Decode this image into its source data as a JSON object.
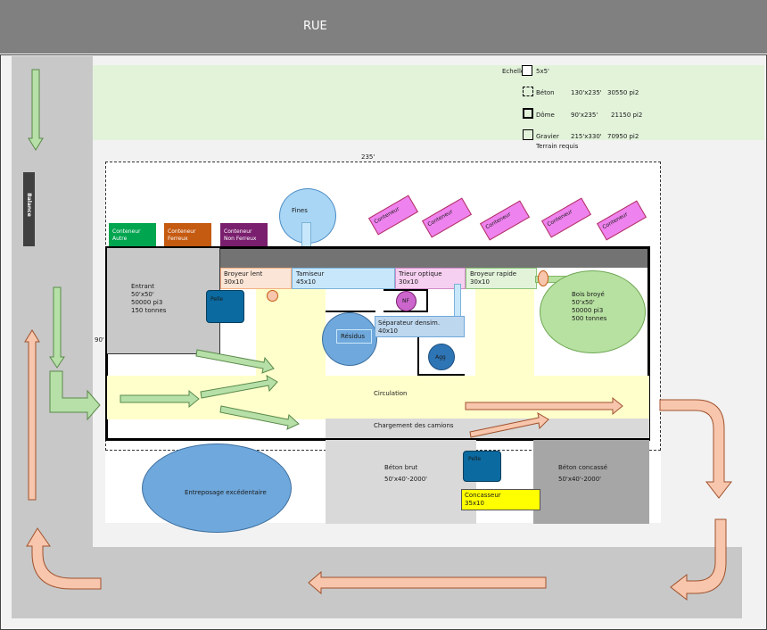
{
  "street": {
    "label": "RUE"
  },
  "scale": {
    "label": "Echelle",
    "value": "5x5'"
  },
  "legend": [
    {
      "name": "Béton",
      "dims": "130'x235'",
      "area": "30550 pi2"
    },
    {
      "name": "Dôme",
      "dims": "90'x235'",
      "area": "21150 pi2"
    },
    {
      "name": "Gravier",
      "dims": "215'x330'",
      "area": "70950 pi2"
    }
  ],
  "terrain_label": "Terrain requis",
  "dim_width": "235'",
  "dim_depth": "90'",
  "balance": "Balance",
  "containers_top": [
    "Conteneur",
    "Conteneur",
    "Conteneur",
    "Conteneur",
    "Conteneur"
  ],
  "containers_left": [
    {
      "line1": "Conteneur",
      "line2": "Autre"
    },
    {
      "line1": "Conteneur",
      "line2": "Ferreux"
    },
    {
      "line1": "Conteneur",
      "line2": "Non Ferreux"
    }
  ],
  "fines": "Fines",
  "machines": [
    {
      "name": "Broyeur lent",
      "size": "30x10"
    },
    {
      "name": "Tamiseur",
      "size": "45x10"
    },
    {
      "name": "Trieur optique",
      "size": "30x10"
    },
    {
      "name": "Broyeur rapide",
      "size": "30x10"
    }
  ],
  "separator": {
    "name": "Séparateur densim.",
    "size": "40x10"
  },
  "nf": "NF",
  "agg": "Agg",
  "residus": "Résidus",
  "pelle": "Pelle",
  "entrant": [
    "Entrant",
    "50'x50'",
    "50000 pi3",
    "150 tonnes"
  ],
  "bois": [
    "Bois broyé",
    "50'x50'",
    "50000 pi3",
    "500 tonnes"
  ],
  "circulation": "Circulation",
  "chargement": "Chargement des camions",
  "entreposage": "Entreposage excédentaire",
  "beton_brut": {
    "name": "Béton brut",
    "dims": "50'x40'-2000'"
  },
  "beton_concasse": {
    "name": "Béton concassé",
    "dims": "50'x40'-2000'"
  },
  "concasseur": {
    "name": "Concasseur",
    "size": "35x10"
  },
  "colors": {
    "street": "#808080",
    "lot": "#f2f2f2",
    "gravel": "#c8c8c8",
    "green_zone": "#e2f3da",
    "dome_roof": "#737373",
    "circulation": "#ffffcc",
    "green_arrow": "#b6e0a8",
    "salmon_arrow": "#f7c6ad",
    "container_pink": "#ee82ee",
    "fines": "#a9d6f5",
    "pile_blue": "#6fa8dc",
    "wood": "#b7e1a1",
    "pelle": "#0b6aa0",
    "concasseur": "#ffff00"
  }
}
